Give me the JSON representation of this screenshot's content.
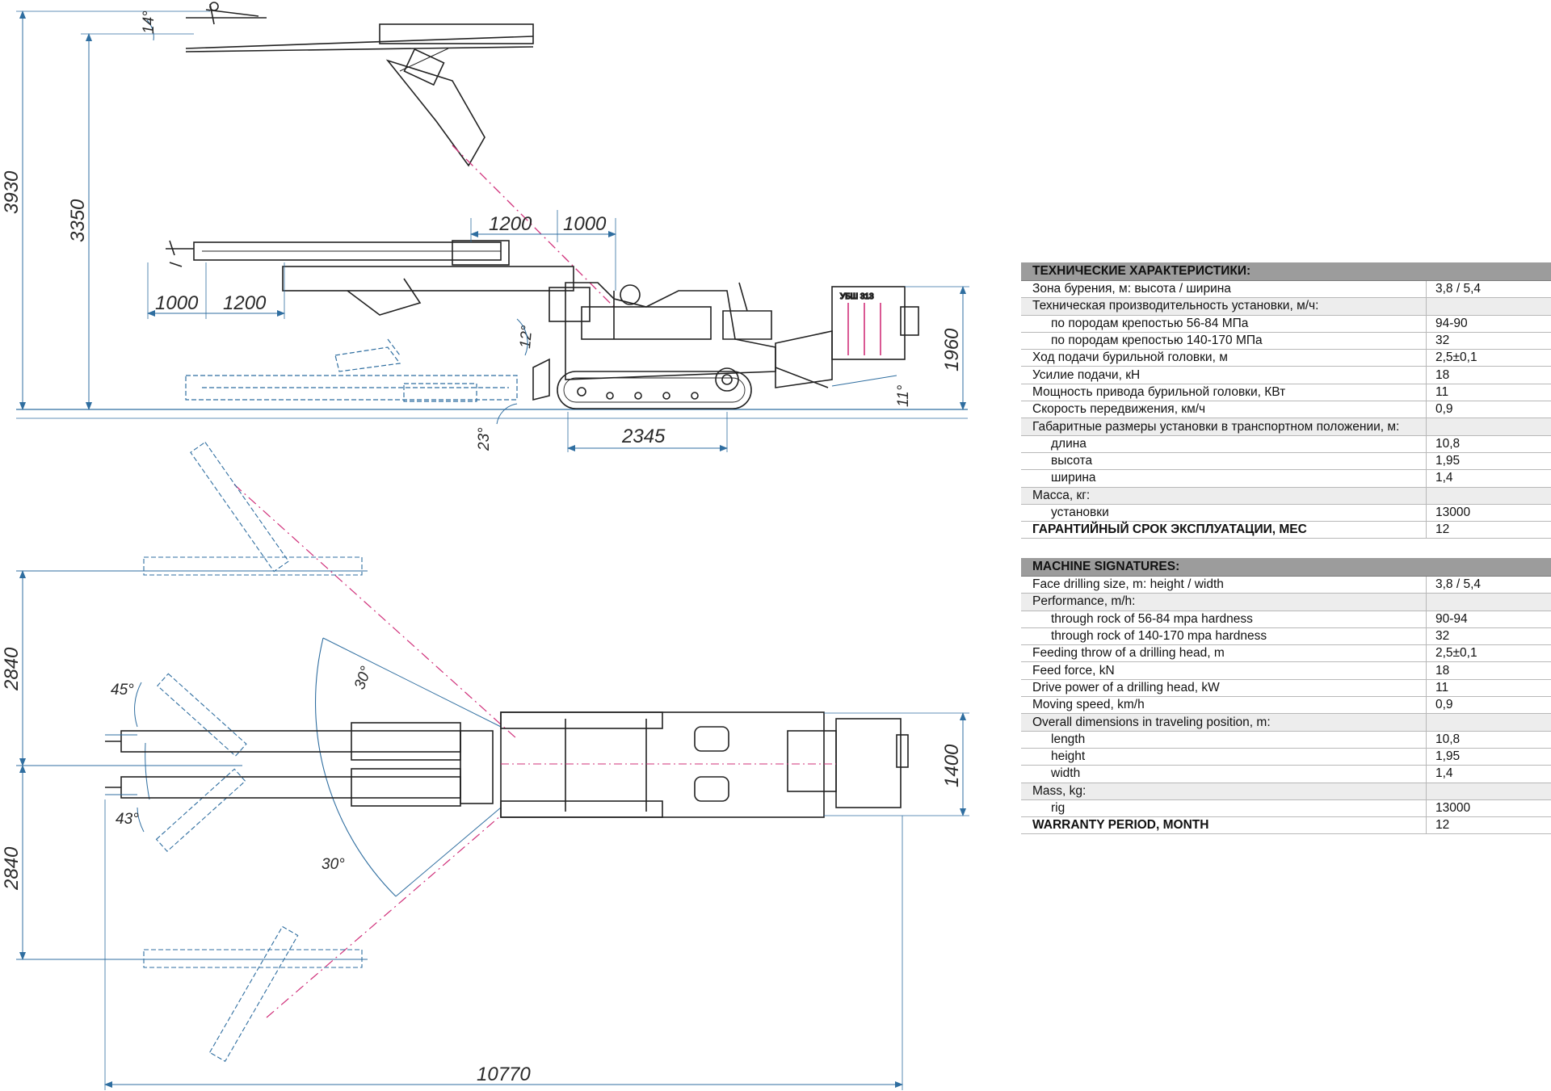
{
  "drawing": {
    "side_view": {
      "dims": {
        "h_total": "3930",
        "h_upper": "3350",
        "feed_left_1": "1000",
        "feed_left_2": "1200",
        "boom_1": "1200",
        "boom_2": "1000",
        "track": "2345",
        "height": "1960"
      },
      "angles": {
        "a_top": "14°",
        "a_boom": "12°",
        "a_front": "23°",
        "a_rear": "11°"
      },
      "plate_label": "УБШ 313"
    },
    "top_view": {
      "dims": {
        "w_up": "2840",
        "w_down": "2840",
        "width": "1400",
        "length": "10770"
      },
      "angles": {
        "a_up": "30°",
        "a_down": "30°",
        "a_45": "45°",
        "a_43": "43°"
      }
    }
  },
  "table_ru": {
    "title": "ТЕХНИЧЕСКИЕ ХАРАКТЕРИСТИКИ:",
    "rows": [
      {
        "name": "Зона бурения, м: высота / ширина",
        "value": "3,8 / 5,4",
        "kind": "main"
      },
      {
        "name": "Техническая производительность установки, м/ч:",
        "value": "",
        "kind": "group"
      },
      {
        "name": "по породам крепостью 56-84 МПа",
        "value": "94-90",
        "kind": "sub"
      },
      {
        "name": "по породам крепостью 140-170 МПа",
        "value": "32",
        "kind": "sub"
      },
      {
        "name": "Ход подачи бурильной головки, м",
        "value": "2,5±0,1",
        "kind": "main"
      },
      {
        "name": "Усилие подачи, кН",
        "value": "18",
        "kind": "main"
      },
      {
        "name": "Мощность привода бурильной головки, КВт",
        "value": "11",
        "kind": "main"
      },
      {
        "name": "Скорость передвижения, км/ч",
        "value": "0,9",
        "kind": "main"
      },
      {
        "name": "Габаритные размеры установки в транспортном положении, м:",
        "value": "",
        "kind": "group"
      },
      {
        "name": "длина",
        "value": "10,8",
        "kind": "sub"
      },
      {
        "name": "высота",
        "value": "1,95",
        "kind": "sub"
      },
      {
        "name": "ширина",
        "value": "1,4",
        "kind": "sub"
      },
      {
        "name": "Масса, кг:",
        "value": "",
        "kind": "group"
      },
      {
        "name": "установки",
        "value": "13000",
        "kind": "sub"
      },
      {
        "name": "ГАРАНТИЙНЫЙ СРОК ЭКСПЛУАТАЦИИ, МЕС",
        "value": "12",
        "kind": "bold"
      }
    ]
  },
  "table_en": {
    "title": "MACHINE SIGNATURES:",
    "rows": [
      {
        "name": "Face drilling size, m: height / width",
        "value": "3,8 / 5,4",
        "kind": "main"
      },
      {
        "name": "Performance, m/h:",
        "value": "",
        "kind": "group"
      },
      {
        "name": "through rock of 56-84 mpa hardness",
        "value": "90-94",
        "kind": "sub"
      },
      {
        "name": "through rock of 140-170 mpa hardness",
        "value": "32",
        "kind": "sub"
      },
      {
        "name": "Feeding throw of a drilling head, m",
        "value": "2,5±0,1",
        "kind": "main"
      },
      {
        "name": "Feed force, kN",
        "value": "18",
        "kind": "main"
      },
      {
        "name": "Drive power of a drilling head, kW",
        "value": "11",
        "kind": "main"
      },
      {
        "name": "Moving speed, km/h",
        "value": "0,9",
        "kind": "main"
      },
      {
        "name": "Overall dimensions in traveling position, m:",
        "value": "",
        "kind": "group"
      },
      {
        "name": "length",
        "value": "10,8",
        "kind": "sub"
      },
      {
        "name": "height",
        "value": "1,95",
        "kind": "sub"
      },
      {
        "name": "width",
        "value": "1,4",
        "kind": "sub"
      },
      {
        "name": "Mass, kg:",
        "value": "",
        "kind": "group"
      },
      {
        "name": "rig",
        "value": "13000",
        "kind": "sub"
      },
      {
        "name": "WARRANTY PERIOD, MONTH",
        "value": "12",
        "kind": "bold"
      }
    ]
  }
}
